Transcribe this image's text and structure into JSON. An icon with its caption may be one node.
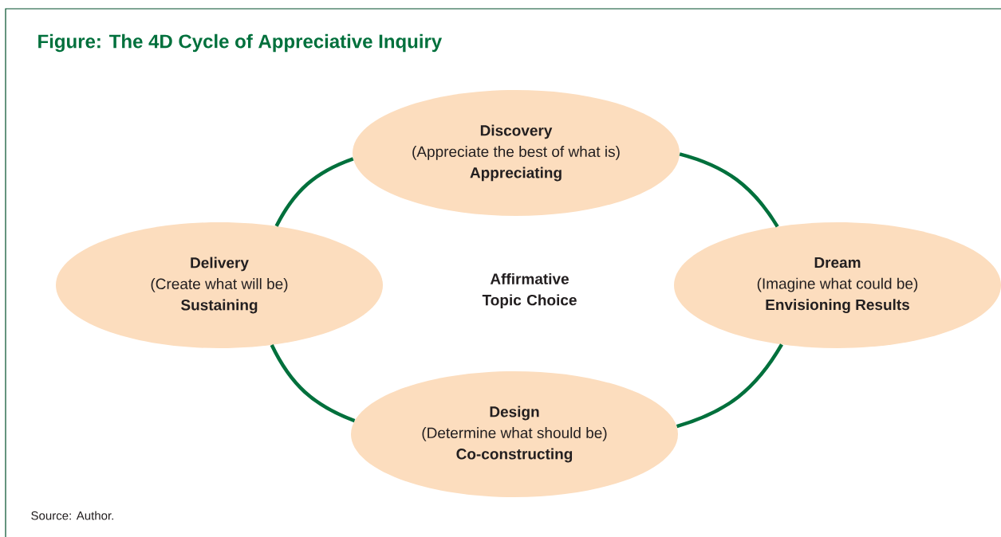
{
  "diagram": {
    "title": "Figure:  The 4D Cycle of Appreciative Inquiry",
    "caption": "Source: Author.",
    "nodes": [
      {
        "text": [
          "Discovery",
          "(Appreciate the best of what is)",
          "Appreciating"
        ]
      },
      {
        "text": [
          "Delivery",
          "(Create what will be)",
          "Sustaining"
        ]
      },
      {
        "text": [
          "Dream",
          "(Imagine what could be)",
          "Envisioning Results"
        ]
      },
      {
        "text": [
          "Design",
          "(Determine what should be)",
          "Co-constructing"
        ]
      }
    ],
    "edges": [
      {
        "from": 0,
        "to": 2,
        "arrow": "none"
      },
      {
        "from": 2,
        "to": 3,
        "arrow": "none"
      },
      {
        "from": 3,
        "to": 1,
        "arrow": "none"
      },
      {
        "from": 1,
        "to": 0,
        "arrow": "none"
      }
    ],
    "labels": [
      "Affirmative Topic Choice"
    ]
  }
}
